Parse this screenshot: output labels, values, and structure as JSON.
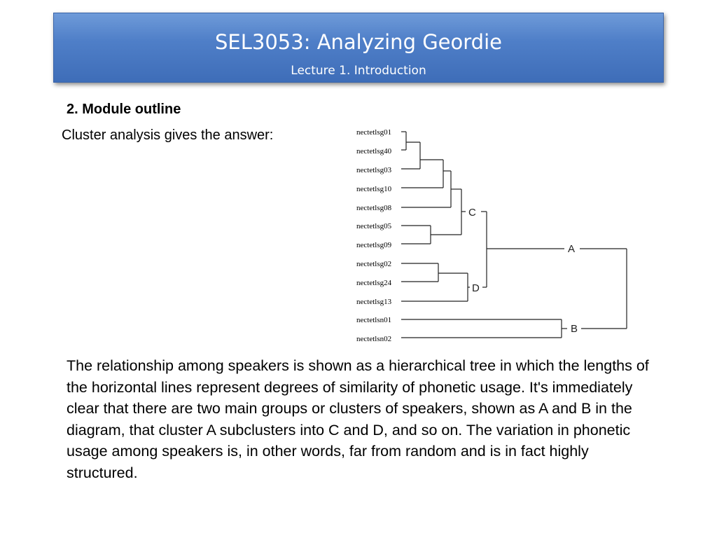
{
  "slide": {
    "title": "SEL3053: Analyzing Geordie",
    "subtitle": "Lecture 1. Introduction",
    "section_heading": "2. Module outline",
    "intro_text": "Cluster analysis gives the answer:",
    "body_text": "The relationship among speakers is shown as a hierarchical tree in which the lengths of the horizontal lines represent degrees of similarity of phonetic usage. It's immediately clear that there are two main groups or clusters of speakers, shown as A and B in the diagram, that cluster A subclusters into C and D, and so on. The variation in phonetic usage among speakers is, in other words, far from random and is in fact highly structured."
  },
  "dendrogram": {
    "leaves": [
      "nectetlsg01",
      "nectetlsg40",
      "nectetlsg03",
      "nectetlsg10",
      "nectetlsg08",
      "nectetlsg05",
      "nectetlsg09",
      "nectetlsg02",
      "nectetlsg24",
      "nectetlsg13",
      "nectetlsn01",
      "nectetlsn02"
    ],
    "cluster_labels": {
      "A": "A",
      "B": "B",
      "C": "C",
      "D": "D"
    }
  }
}
